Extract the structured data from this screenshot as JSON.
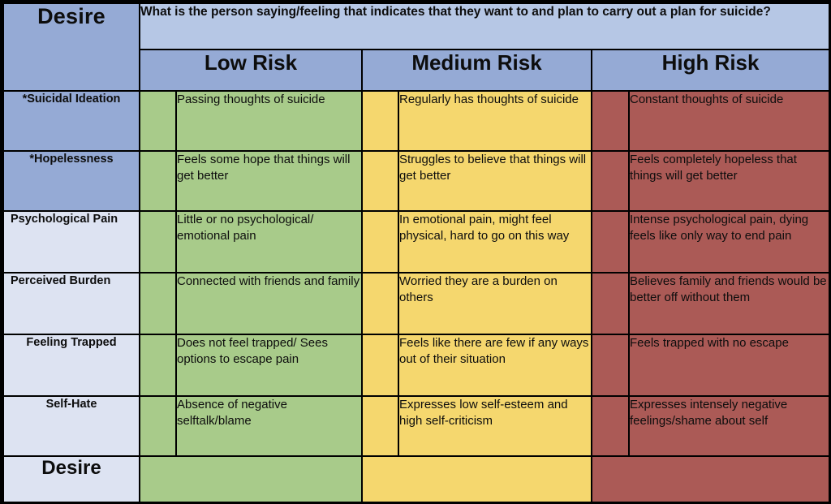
{
  "header": {
    "corner_label": "Desire",
    "question": "What is the person saying/feeling that indicates that they want to and plan to carry out a plan for suicide?",
    "risk_levels": [
      "Low Risk",
      "Medium Risk",
      "High Risk"
    ]
  },
  "colors": {
    "blue_dark": "#95aad5",
    "blue_mid": "#b6c7e5",
    "blue_light": "#dde3f2",
    "low_risk_green": "#a8cb8a",
    "medium_risk_yellow": "#f5d76e",
    "high_risk_red": "#ab5a56",
    "border": "#000000",
    "text": "#0d0d0d"
  },
  "rows": [
    {
      "label": "*Suicidal Ideation",
      "label_align": "center",
      "label_shade": "blue_dark",
      "low": "Passing thoughts of suicide",
      "medium": "Regularly has thoughts of suicide",
      "high": "Constant thoughts of suicide"
    },
    {
      "label": "*Hopelessness",
      "label_align": "center",
      "label_shade": "blue_dark",
      "low": "Feels some hope that things will get better",
      "medium": "Struggles to believe that things will get better",
      "high": "Feels completely hopeless that things will get better"
    },
    {
      "label": "Psychological Pain",
      "label_align": "left",
      "label_shade": "blue_light",
      "low": "Little or no psychological/ emotional pain",
      "medium": "In emotional pain, might feel physical, hard to go on this way",
      "high": "Intense psychological pain, dying feels like only way to end pain"
    },
    {
      "label": "Perceived Burden",
      "label_align": "left",
      "label_shade": "blue_light",
      "low": "Connected with friends and family",
      "medium": "Worried they are a burden on others",
      "high": "Believes family and friends would be better off without them"
    },
    {
      "label": "Feeling Trapped",
      "label_align": "center",
      "label_shade": "blue_light",
      "low": "Does not feel trapped/ Sees options to escape pain",
      "medium": "Feels like there are few if any ways out of their situation",
      "high": "Feels trapped with no escape"
    },
    {
      "label": "Self-Hate",
      "label_align": "center",
      "label_shade": "blue_light",
      "low": "Absence of negative selftalk/blame",
      "medium": "Expresses low self-esteem and high self-criticism",
      "high": "Expresses intensely negative feelings/shame about self"
    }
  ],
  "footer": {
    "label": "Desire",
    "low": "",
    "medium": "",
    "high": ""
  }
}
